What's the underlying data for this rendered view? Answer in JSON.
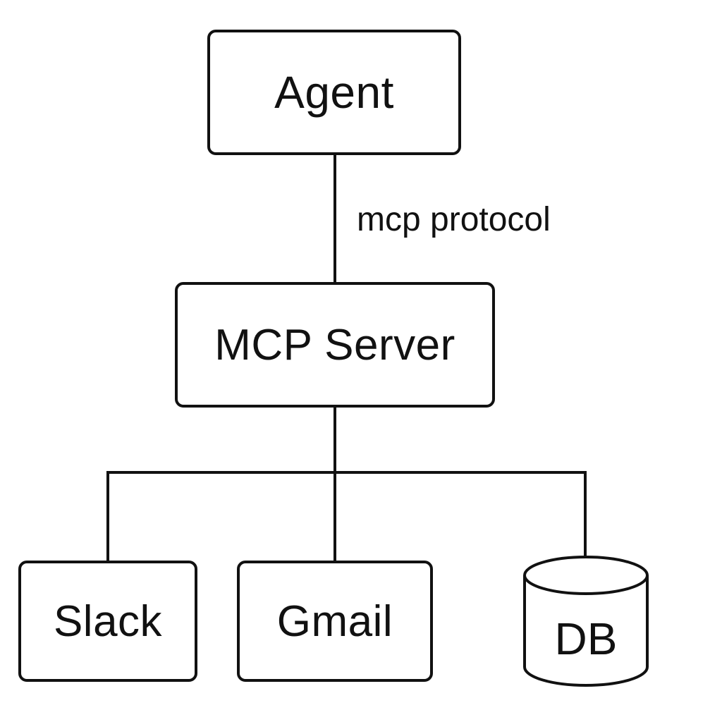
{
  "diagram": {
    "nodes": {
      "agent": "Agent",
      "server": "MCP Server",
      "slack": "Slack",
      "gmail": "Gmail",
      "db": "DB"
    },
    "edges": [
      {
        "from": "agent",
        "to": "server",
        "label": "mcp protocol"
      },
      {
        "from": "server",
        "to": "slack",
        "label": ""
      },
      {
        "from": "server",
        "to": "gmail",
        "label": ""
      },
      {
        "from": "server",
        "to": "db",
        "label": ""
      }
    ]
  },
  "colors": {
    "stroke": "#111111",
    "background": "#ffffff"
  }
}
